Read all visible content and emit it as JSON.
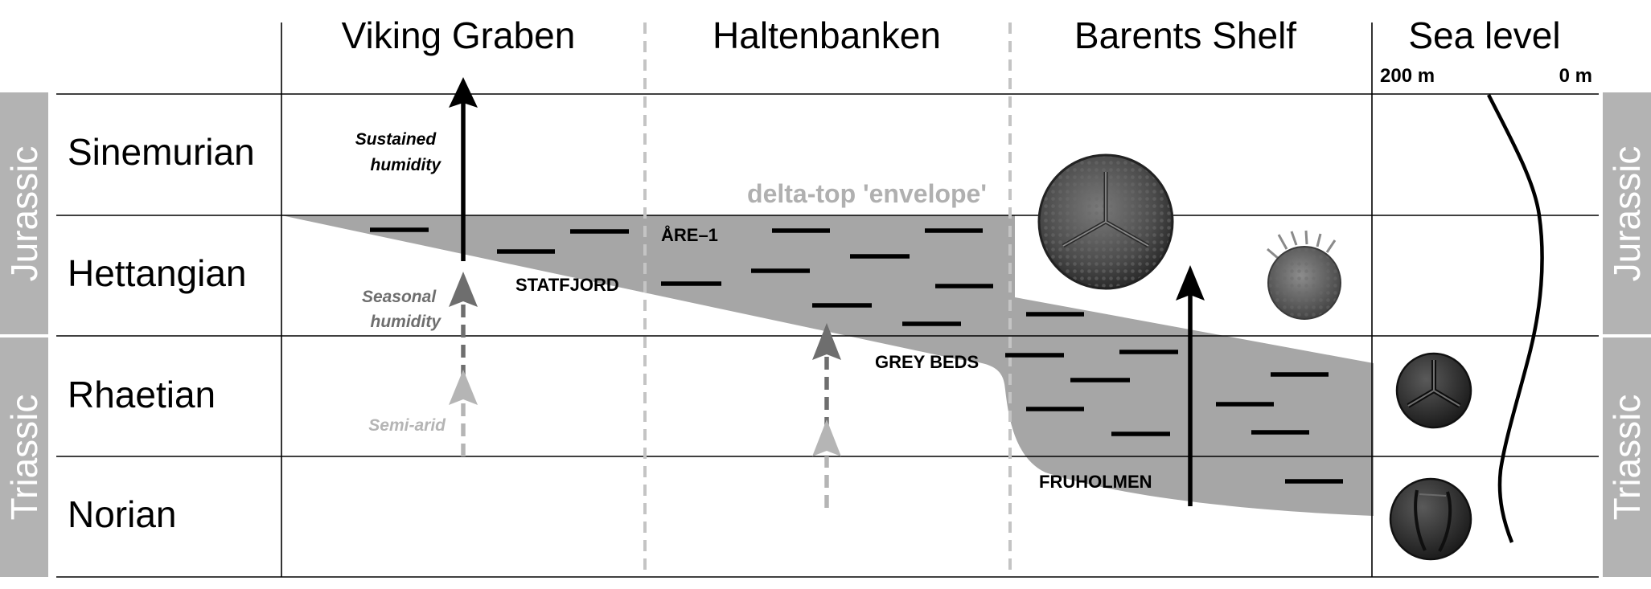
{
  "columns": [
    {
      "key": "viking",
      "title": "Viking Graben"
    },
    {
      "key": "halten",
      "title": "Haltenbanken"
    },
    {
      "key": "barents",
      "title": "Barents Shelf"
    },
    {
      "key": "sealevel",
      "title": "Sea level"
    }
  ],
  "sea_level_scale": {
    "left": "200 m",
    "right": "0 m"
  },
  "stages": [
    "Sinemurian",
    "Hettangian",
    "Rhaetian",
    "Norian"
  ],
  "periods": {
    "upper": "Jurassic",
    "lower": "Triassic"
  },
  "envelope_label": "delta-top 'envelope'",
  "formations": {
    "are": "ÅRE–1",
    "statfjord": "STATFJORD",
    "grey_beds": "GREY BEDS",
    "fruholmen": "FRUHOLMEN"
  },
  "climate": {
    "sustained": [
      "Sustained",
      "humidity"
    ],
    "seasonal": [
      "Seasonal",
      "humidity"
    ],
    "semi_arid": "Semi-arid"
  },
  "colors": {
    "envelope": "#a6a6a6",
    "envelope_text": "#b0b0b0",
    "band": "#b3b3b3",
    "dash_line": "#c4c4c4",
    "arrow_dark": "#000000",
    "arrow_mid": "#6e6e6e",
    "arrow_light": "#b5b5b5"
  },
  "fossil_icons": [
    "spore-large-icon",
    "spore-small-icon",
    "spore-trilete-icon",
    "spore-round-icon"
  ]
}
